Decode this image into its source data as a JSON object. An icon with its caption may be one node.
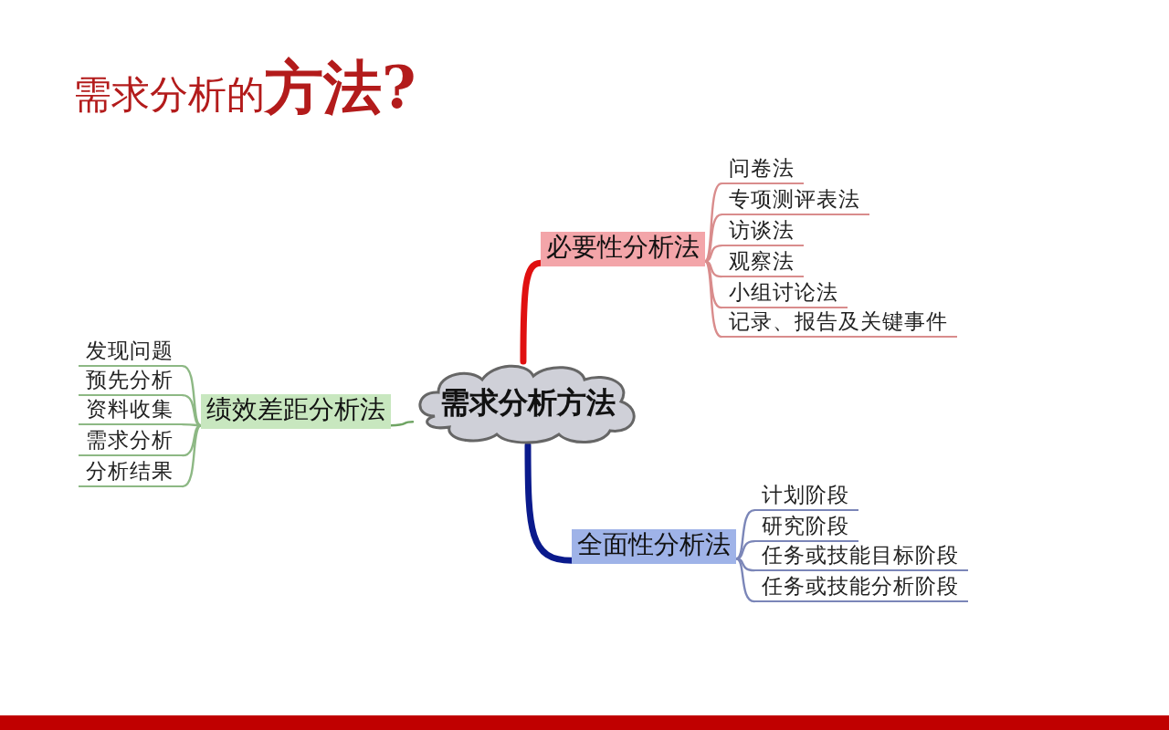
{
  "diagram": {
    "title": "需求分析的**方法?**",
    "nodes": [
      {
        "text": [
          "需求分析方法"
        ]
      },
      {
        "text": [
          "必要性分析法"
        ]
      },
      {
        "text": [
          "问卷法"
        ]
      },
      {
        "text": [
          "专项测评表法"
        ]
      },
      {
        "text": [
          "访谈法"
        ]
      },
      {
        "text": [
          "观察法"
        ]
      },
      {
        "text": [
          "小组讨论法"
        ]
      },
      {
        "text": [
          "记录、报告及关键事件"
        ]
      },
      {
        "text": [
          "绩效差距分析法"
        ]
      },
      {
        "text": [
          "发现问题"
        ]
      },
      {
        "text": [
          "预先分析"
        ]
      },
      {
        "text": [
          "资料收集"
        ]
      },
      {
        "text": [
          "需求分析"
        ]
      },
      {
        "text": [
          "分析结果"
        ]
      },
      {
        "text": [
          "全面性分析法"
        ]
      },
      {
        "text": [
          "计划阶段"
        ]
      },
      {
        "text": [
          "研究阶段"
        ]
      },
      {
        "text": [
          "任务或技能目标阶段"
        ]
      },
      {
        "text": [
          "任务或技能分析阶段"
        ]
      }
    ],
    "edges": [
      {
        "from": 0,
        "to": 1,
        "arrow": "none",
        "style": "thick",
        "color": "#e01010"
      },
      {
        "from": 1,
        "to": 2,
        "arrow": "none",
        "color": "#d98c8c"
      },
      {
        "from": 1,
        "to": 3,
        "arrow": "none",
        "color": "#d98c8c"
      },
      {
        "from": 1,
        "to": 4,
        "arrow": "none",
        "color": "#d98c8c"
      },
      {
        "from": 1,
        "to": 5,
        "arrow": "none",
        "color": "#d98c8c"
      },
      {
        "from": 1,
        "to": 6,
        "arrow": "none",
        "color": "#d98c8c"
      },
      {
        "from": 1,
        "to": 7,
        "arrow": "none",
        "color": "#d98c8c"
      },
      {
        "from": 0,
        "to": 8,
        "arrow": "none",
        "color": "#6fa463"
      },
      {
        "from": 8,
        "to": 9,
        "arrow": "none",
        "color": "#8db884"
      },
      {
        "from": 8,
        "to": 10,
        "arrow": "none",
        "color": "#8db884"
      },
      {
        "from": 8,
        "to": 11,
        "arrow": "none",
        "color": "#8db884"
      },
      {
        "from": 8,
        "to": 12,
        "arrow": "none",
        "color": "#8db884"
      },
      {
        "from": 8,
        "to": 13,
        "arrow": "none",
        "color": "#8db884"
      },
      {
        "from": 0,
        "to": 14,
        "arrow": "none",
        "style": "thick",
        "color": "#0a1a8c"
      },
      {
        "from": 14,
        "to": 15,
        "arrow": "none",
        "color": "#7b86b8"
      },
      {
        "from": 14,
        "to": 16,
        "arrow": "none",
        "color": "#7b86b8"
      },
      {
        "from": 14,
        "to": 17,
        "arrow": "none",
        "color": "#7b86b8"
      },
      {
        "from": 14,
        "to": 18,
        "arrow": "none",
        "color": "#7b86b8"
      }
    ]
  }
}
